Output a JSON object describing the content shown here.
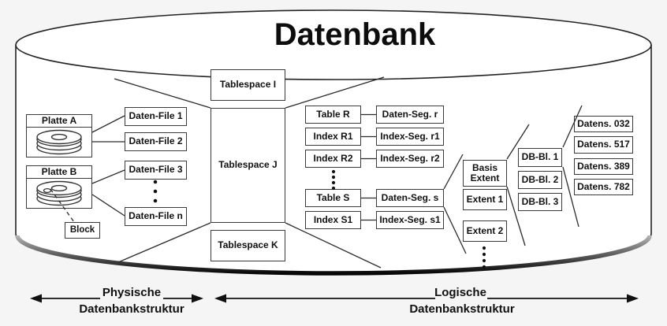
{
  "title": "Datenbank",
  "physical": {
    "disk_a": "Platte A",
    "disk_b": "Platte B",
    "block": "Block",
    "data_files": [
      "Daten-File 1",
      "Daten-File 2",
      "Daten-File 3",
      "Daten-File n"
    ]
  },
  "tablespaces": [
    "Tablespace I",
    "Tablespace J",
    "Tablespace K"
  ],
  "tables": [
    "Table R",
    "Index R1",
    "Index R2",
    "Table S",
    "Index S1"
  ],
  "segments": [
    "Daten-Seg. r",
    "Index-Seg. r1",
    "Index-Seg. r2",
    "Daten-Seg. s",
    "Index-Seg. s1"
  ],
  "extents": [
    "Basis Extent",
    "Extent 1",
    "Extent 2"
  ],
  "db_blocks": [
    "DB-Bl. 1",
    "DB-Bl. 2",
    "DB-Bl. 3"
  ],
  "records": [
    "Datens. 032",
    "Datens. 517",
    "Datens. 389",
    "Datens. 782"
  ],
  "legend": {
    "physical_line1": "Physische",
    "physical_line2": "Datenbankstruktur",
    "logical_line1": "Logische",
    "logical_line2": "Datenbankstruktur"
  },
  "colors": {
    "ink": "#1f1f1f",
    "box_border": "#3a3a3a",
    "background": "#f5f5f6",
    "cylinder_fill": "#ffffff"
  }
}
